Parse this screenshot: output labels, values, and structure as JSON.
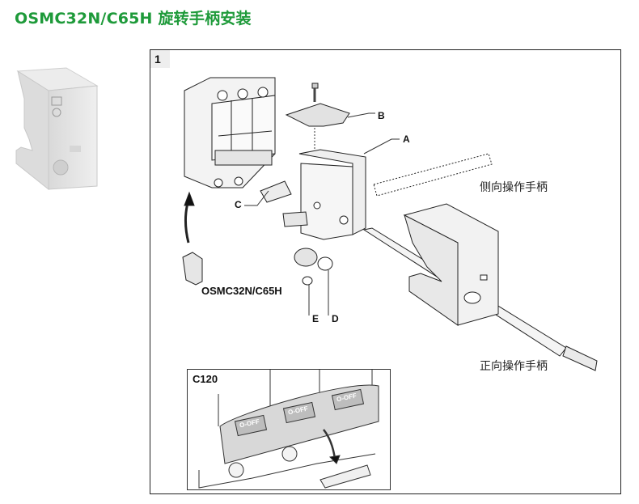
{
  "title": "OSMC32N/C65H 旋转手柄安装",
  "step_number": "1",
  "callouts": {
    "a": "A",
    "b": "B",
    "c": "C",
    "d": "D",
    "e": "E"
  },
  "part_label": "OSMC32N/C65H",
  "side_handle_label": "侧向操作手柄",
  "front_handle_label": "正向操作手柄",
  "inset": {
    "label": "C120",
    "toggle_labels": [
      "O-OFF",
      "O-OFF",
      "O-OFF"
    ]
  },
  "colors": {
    "title_green": "#1e9a3a",
    "part_grey": "#e6e6e6",
    "line": "#222222"
  }
}
